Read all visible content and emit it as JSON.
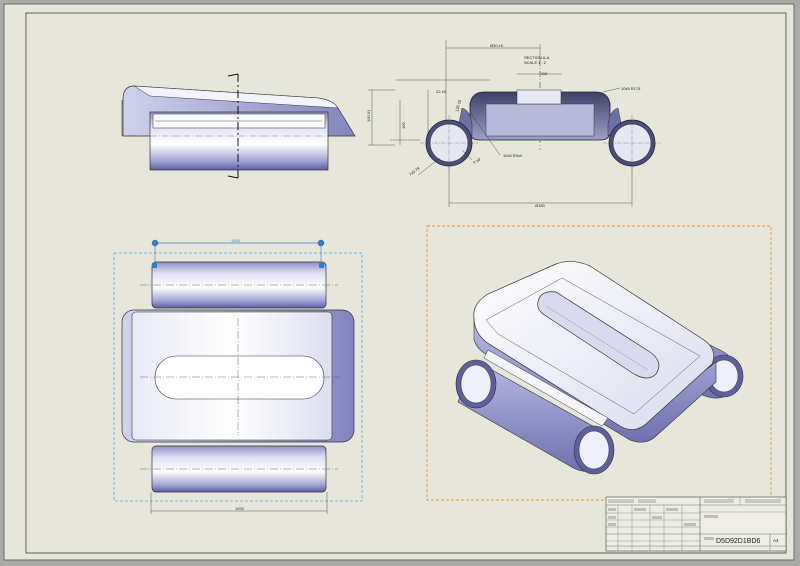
{
  "section_view": {
    "title_line1": "SECTION A-A",
    "title_line2": "SCALE 1 : 2",
    "dims": {
      "top": "Ø30 ±0",
      "right_radius": "10x5 R175",
      "inner_left": "110",
      "angle": "22 ±0",
      "height_a": "130 ±0",
      "height_b": "100.31",
      "height_c": "100",
      "note_a": "10x5 R3x5",
      "note_b": "4 ±0",
      "dia": "7x9.79",
      "bottom": "Ø180"
    }
  },
  "front_view": {
    "top_dim": "1000",
    "bottom_dim": "1200"
  },
  "title_block": {
    "drawing_number": "D5D92D1BD6",
    "sheet_field": "A4"
  }
}
